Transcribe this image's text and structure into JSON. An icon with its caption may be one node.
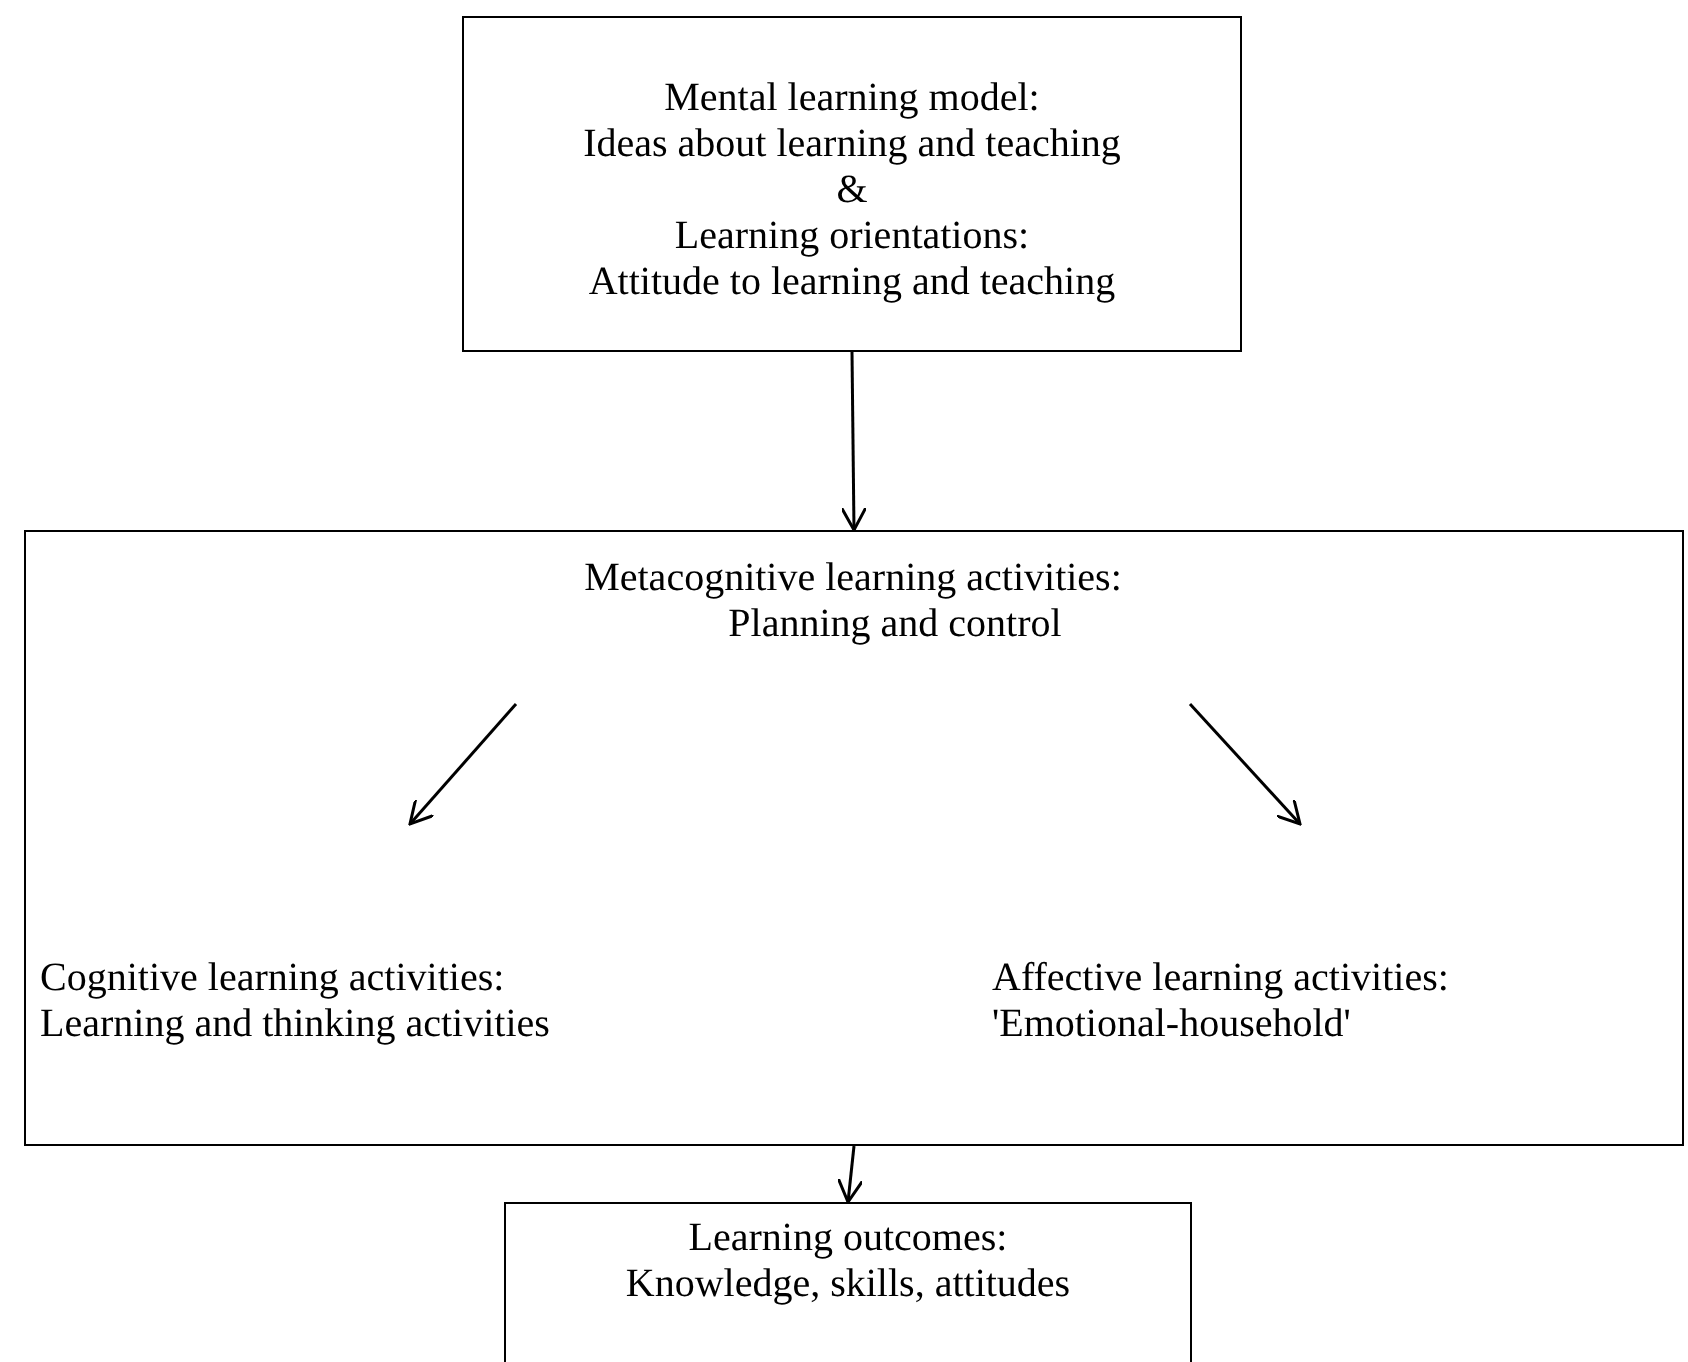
{
  "diagram": {
    "nodes": [
      {
        "text": [
          "Mental learning model:",
          "Ideas about learning and teaching",
          "&",
          "Learning orientations:",
          "Attitude to learning and teaching"
        ]
      },
      {
        "text": [],
        "shape": "box"
      },
      {
        "text": [
          "Metacognitive learning activities:",
          "Planning and control"
        ],
        "in": 1
      },
      {
        "text": [
          "Cognitive learning activities:",
          "Learning and thinking activities"
        ],
        "in": 1
      },
      {
        "text": [
          "Affective learning activities:",
          "'Emotional-household'"
        ],
        "in": 1
      },
      {
        "text": [
          "Learning outcomes:",
          "Knowledge, skills, attitudes"
        ]
      }
    ],
    "edges": [
      {
        "from": 0,
        "to": 1,
        "arrow": "to"
      },
      {
        "from": 2,
        "to": 3,
        "arrow": "to"
      },
      {
        "from": 2,
        "to": 4,
        "arrow": "to"
      },
      {
        "from": 1,
        "to": 5,
        "arrow": "to"
      }
    ]
  }
}
